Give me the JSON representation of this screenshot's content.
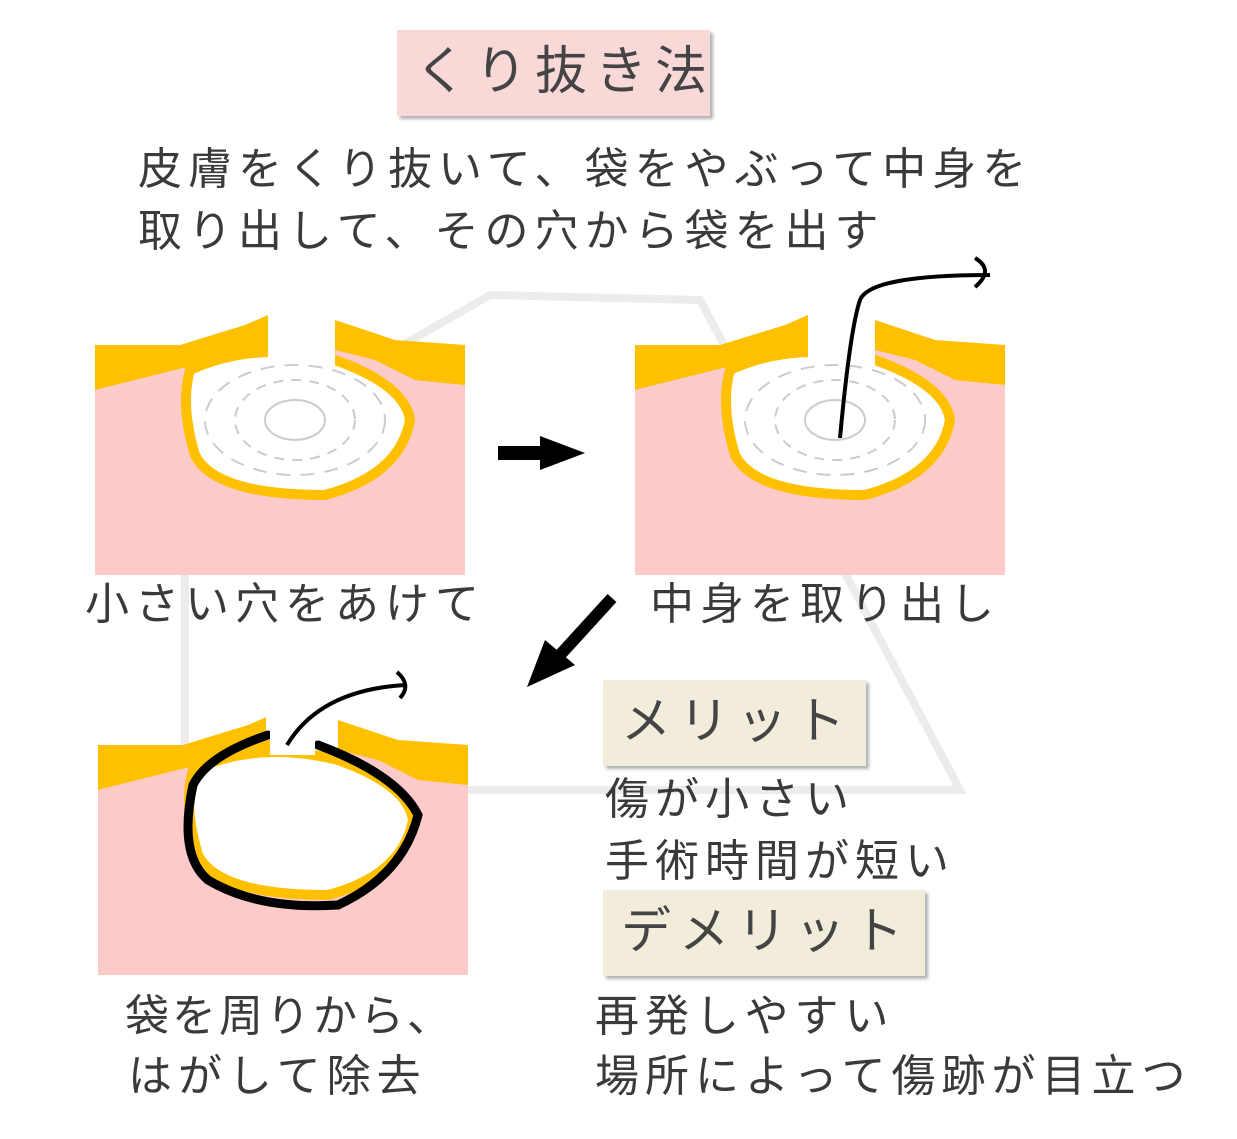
{
  "title": "くり抜き法",
  "description": [
    "皮膚をくり抜いて、袋をやぶって中身を",
    "取り出して、その穴から袋を出す"
  ],
  "steps": [
    {
      "caption": [
        "小さい穴をあけて"
      ]
    },
    {
      "caption": [
        "中身を取り出し"
      ]
    },
    {
      "caption": [
        "袋を周りから、",
        "はがして除去"
      ]
    }
  ],
  "merit": {
    "label": "メリット",
    "items": [
      "傷が小さい",
      "手術時間が短い"
    ]
  },
  "demerit": {
    "label": "デメリット",
    "items": [
      "再発しやすい",
      "場所によって傷跡が目立つ"
    ]
  },
  "colors": {
    "skin": "#fdcaca",
    "fat": "#ffc000",
    "title_bg": "#f8d9d8",
    "merit_bg": "#f2ecda"
  }
}
